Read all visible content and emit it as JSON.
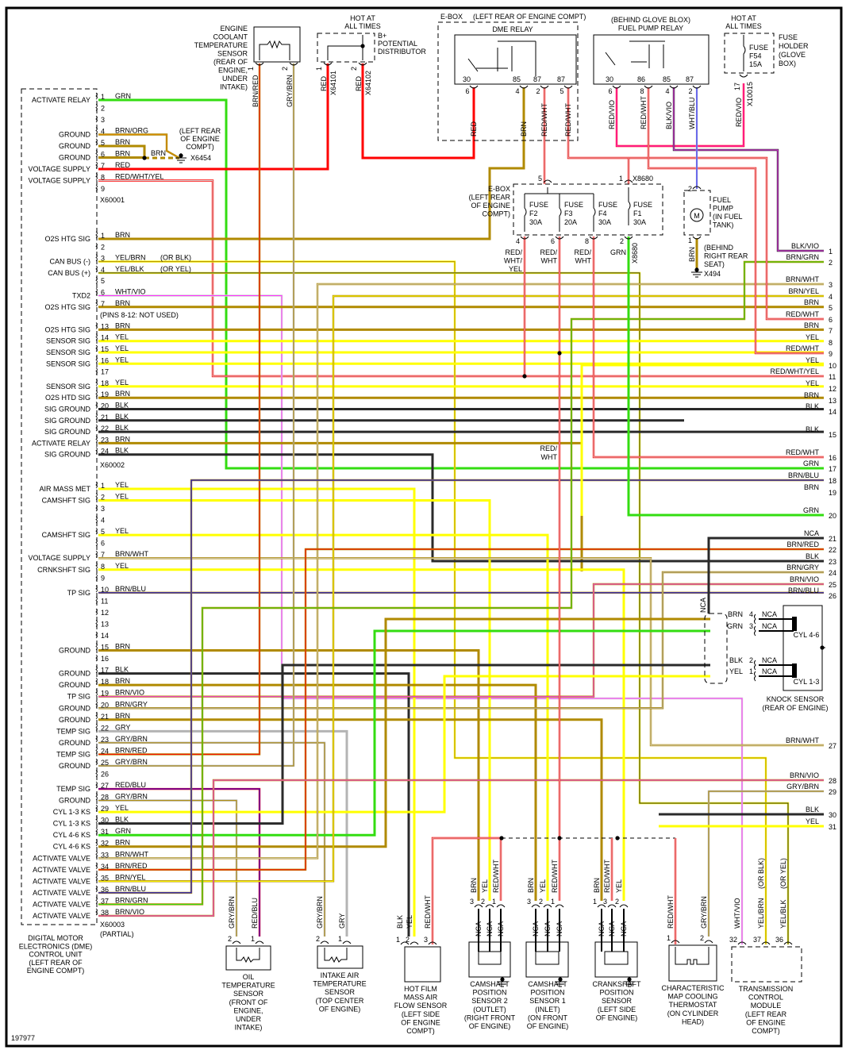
{
  "figure_id": "197977",
  "colors": {
    "GRN": "#33dd11",
    "BRN": "#b08a00",
    "BLK": "#2a2a2a",
    "RED": "#ff0000",
    "YEL": "#ffff00",
    "GRY": "#b4b4b4",
    "WHT": "#d4d4d4",
    "VIO": "#ff33ff",
    "BLU": "#0000ff",
    "ORG": "#d88a00"
  },
  "ecu": {
    "label_lines": [
      "DIGITAL MOTOR",
      "ELECTRONICS (DME)",
      "CONTROL UNIT",
      "(LEFT REAR OF",
      "ENGINE COMPT)"
    ],
    "c1": {
      "id": "X60001",
      "pins": [
        {
          "n": "1",
          "label": "ACTIVATE RELAY",
          "wire": "GRN"
        },
        {
          "n": "2"
        },
        {
          "n": "3"
        },
        {
          "n": "4",
          "label": "GROUND",
          "wire": "BRN/ORG"
        },
        {
          "n": "5",
          "label": "GROUND",
          "wire": "BRN"
        },
        {
          "n": "6",
          "label": "GROUND",
          "wire": "BRN"
        },
        {
          "n": "7",
          "label": "VOLTAGE SUPPLY",
          "wire": "RED"
        },
        {
          "n": "8",
          "label": "VOLTAGE SUPPLY",
          "wire": "RED/WHT/YEL"
        },
        {
          "n": "9"
        }
      ]
    },
    "ground": {
      "lines": [
        "(LEFT REAR",
        "OF ENGINE",
        "COMPT)"
      ],
      "id": "X6454",
      "wire": "BRN"
    },
    "c2": {
      "id": "X60002",
      "note": "(PINS 8-12: NOT USED)",
      "pins": [
        {
          "n": "1",
          "label": "O2S HTG SIG",
          "wire": "BRN"
        },
        {
          "n": "2"
        },
        {
          "n": "3",
          "label": "CAN BUS (-)",
          "wire": "YEL/BRN",
          "alt": "(OR BLK)"
        },
        {
          "n": "4",
          "label": "CAN BUS (+)",
          "wire": "YEL/BLK",
          "alt": "(OR YEL)"
        },
        {
          "n": "5"
        },
        {
          "n": "6",
          "label": "TXD2",
          "wire": "WHT/VIO"
        },
        {
          "n": "7",
          "label": "O2S HTG SIG",
          "wire": "BRN"
        },
        {
          "n": "13",
          "label": "O2S HTG SIG",
          "wire": "BRN"
        },
        {
          "n": "14",
          "label": "SENSOR SIG",
          "wire": "YEL"
        },
        {
          "n": "15",
          "label": "SENSOR SIG",
          "wire": "YEL"
        },
        {
          "n": "16",
          "label": "SENSOR SIG",
          "wire": "YEL"
        },
        {
          "n": "17"
        },
        {
          "n": "18",
          "label": "SENSOR SIG",
          "wire": "YEL"
        },
        {
          "n": "19",
          "label": "O2S HTD SIG",
          "wire": "BRN"
        },
        {
          "n": "20",
          "label": "SIG GROUND",
          "wire": "BLK"
        },
        {
          "n": "21",
          "label": "SIG GROUND",
          "wire": "BLK"
        },
        {
          "n": "22",
          "label": "SIG GROUND",
          "wire": "BLK"
        },
        {
          "n": "23",
          "label": "ACTIVATE RELAY",
          "wire": "BRN"
        },
        {
          "n": "24",
          "label": "SIG GROUND",
          "wire": "BLK"
        }
      ]
    },
    "c3": {
      "id": "X60003",
      "suffix": "(PARTIAL)",
      "pins": [
        {
          "n": "1",
          "label": "AIR MASS MET",
          "wire": "YEL"
        },
        {
          "n": "2",
          "label": "CAMSHFT SIG",
          "wire": "YEL"
        },
        {
          "n": "3"
        },
        {
          "n": "4"
        },
        {
          "n": "5",
          "label": "CAMSHFT SIG",
          "wire": "YEL"
        },
        {
          "n": "6"
        },
        {
          "n": "7",
          "label": "VOLTAGE SUPPLY",
          "wire": "BRN/WHT"
        },
        {
          "n": "8",
          "label": "CRNKSHFT SIG",
          "wire": "YEL"
        },
        {
          "n": "9"
        },
        {
          "n": "10",
          "label": "TP SIG",
          "wire": "BRN/BLU"
        },
        {
          "n": "11"
        },
        {
          "n": "12"
        },
        {
          "n": "13"
        },
        {
          "n": "14"
        },
        {
          "n": "15",
          "label": "GROUND",
          "wire": "BRN"
        },
        {
          "n": "16"
        },
        {
          "n": "17",
          "label": "GROUND",
          "wire": "BLK"
        },
        {
          "n": "18",
          "label": "GROUND",
          "wire": "BRN"
        },
        {
          "n": "19",
          "label": "TP SIG",
          "wire": "BRN/VIO"
        },
        {
          "n": "20",
          "label": "GROUND",
          "wire": "BRN/GRY"
        },
        {
          "n": "21",
          "label": "GROUND",
          "wire": "BRN"
        },
        {
          "n": "22",
          "label": "TEMP SIG",
          "wire": "GRY"
        },
        {
          "n": "23",
          "label": "GROUND",
          "wire": "GRY/BRN"
        },
        {
          "n": "24",
          "label": "TEMP SIG",
          "wire": "BRN/RED"
        },
        {
          "n": "25",
          "label": "GROUND",
          "wire": "GRY/BRN"
        },
        {
          "n": "26"
        },
        {
          "n": "27",
          "label": "TEMP SIG",
          "wire": "RED/BLU"
        },
        {
          "n": "28",
          "label": "GROUND",
          "wire": "GRY/BRN"
        },
        {
          "n": "29",
          "label": "CYL 1-3 KS",
          "wire": "YEL"
        },
        {
          "n": "30",
          "label": "CYL 1-3 KS",
          "wire": "BLK"
        },
        {
          "n": "31",
          "label": "CYL 4-6 KS",
          "wire": "GRN"
        },
        {
          "n": "32",
          "label": "CYL 4-6 KS",
          "wire": "BRN"
        },
        {
          "n": "33",
          "label": "ACTIVATE VALVE",
          "wire": "BRN/WHT"
        },
        {
          "n": "34",
          "label": "ACTIVATE VALVE",
          "wire": "BRN/RED"
        },
        {
          "n": "35",
          "label": "ACTIVATE VALVE",
          "wire": "BRN/YEL"
        },
        {
          "n": "36",
          "label": "ACTIVATE VALVE",
          "wire": "BRN/BLU"
        },
        {
          "n": "37",
          "label": "ACTIVATE VALVE",
          "wire": "BRN/GRN"
        },
        {
          "n": "38",
          "label": "ACTIVATE VALVE",
          "wire": "BRN/VIO"
        }
      ]
    }
  },
  "ect": {
    "lines": [
      "ENGINE",
      "COOLANT",
      "TEMPERATURE",
      "SENSOR",
      "(REAR OF",
      "ENGINE,",
      "UNDER",
      "INTAKE)"
    ],
    "pins": [
      {
        "n": "1",
        "wire": "BRN/RED"
      },
      {
        "n": "2",
        "wire": "GRY/BRN"
      }
    ]
  },
  "bplus": {
    "hot": [
      "HOT AT",
      "ALL TIMES"
    ],
    "lines": [
      "B+",
      "POTENTIAL",
      "DISTRIBUTOR"
    ],
    "pins": [
      {
        "n": "1",
        "wire": "RED",
        "conn": "X64101"
      },
      {
        "n": "2",
        "wire": "RED",
        "conn": "X64102"
      }
    ]
  },
  "dme_relay": {
    "header": "E-BOX",
    "location": "(LEFT REAR OF ENGINE COMPT)",
    "title": "DME RELAY",
    "terminals": [
      "30",
      "85",
      "87",
      "87"
    ],
    "pins": [
      {
        "n": "6",
        "wire": "RED"
      },
      {
        "n": "4",
        "wire": "BRN"
      },
      {
        "n": "2",
        "wire": "RED/WHT"
      },
      {
        "n": "5",
        "wire": "RED/WHT"
      }
    ]
  },
  "fuel_pump_relay": {
    "lines": [
      "(BEHIND GLOVE BLOX)",
      "FUEL PUMP RELAY"
    ],
    "terminals": [
      "30",
      "86",
      "85",
      "87"
    ],
    "pins": [
      {
        "n": "6",
        "wire": "RED/VIO"
      },
      {
        "n": "8",
        "wire": "RED/WHT"
      },
      {
        "n": "4",
        "wire": "BLK/VIO"
      },
      {
        "n": "2",
        "wire": "WHT/BLU"
      }
    ]
  },
  "fuse_holder": {
    "hot": [
      "HOT AT",
      "ALL TIMES"
    ],
    "fuse": [
      "FUSE",
      "F54",
      "15A"
    ],
    "lines": [
      "FUSE",
      "HOLDER",
      "(GLOVE",
      "BOX)"
    ],
    "pin": {
      "n": "17",
      "wire": "RED/VIO",
      "conn": "X10015"
    }
  },
  "ebox_fuses": {
    "lines": [
      "E-BOX",
      "(LEFT REAR",
      "OF ENGINE",
      "COMPT)"
    ],
    "conn": "X8680",
    "top_pins": [
      "5",
      "1"
    ],
    "fuse_word": "FUSE",
    "fuses": [
      {
        "name": "F2",
        "amp": "30A"
      },
      {
        "name": "F3",
        "amp": "20A"
      },
      {
        "name": "F4",
        "amp": "30A"
      },
      {
        "name": "F1",
        "amp": "30A"
      }
    ],
    "bottom_pins": [
      {
        "n": "4",
        "wire": "RED/WHT/YEL",
        "label_lines": [
          "RED/",
          "WHT/",
          "YEL"
        ]
      },
      {
        "n": "6",
        "wire": "RED/WHT",
        "label_lines": [
          "RED/",
          "WHT"
        ]
      },
      {
        "n": "8",
        "wire": "RED/WHT",
        "label_lines": [
          "RED/",
          "WHT"
        ]
      },
      {
        "n": "2",
        "wire": "GRN",
        "label_lines": [
          "GRN"
        ]
      }
    ]
  },
  "fuel_pump": {
    "lines": [
      "FUEL",
      "PUMP",
      "(IN FUEL",
      "TANK)"
    ],
    "motor": "M",
    "top_pin": "2",
    "bottom_pin": "1",
    "wire": "BRN",
    "ground": {
      "lines": [
        "(BEHIND",
        "RIGHT REAR",
        "SEAT)"
      ],
      "id": "X494"
    }
  },
  "junction_label": {
    "wire": "RED/WHT",
    "lines": [
      "RED/",
      "WHT"
    ]
  },
  "right_connector": [
    {
      "n": "1",
      "wire": "BLK/VIO"
    },
    {
      "n": "2",
      "wire": "BRN/GRN"
    },
    {
      "n": "3",
      "wire": "BRN/WHT"
    },
    {
      "n": "4",
      "wire": "BRN/YEL"
    },
    {
      "n": "5",
      "wire": "BRN"
    },
    {
      "n": "6",
      "wire": "RED/WHT"
    },
    {
      "n": "7",
      "wire": "BRN"
    },
    {
      "n": "8",
      "wire": "YEL"
    },
    {
      "n": "9",
      "wire": "RED/WHT"
    },
    {
      "n": "10",
      "wire": "YEL"
    },
    {
      "n": "11",
      "wire": "RED/WHT/YEL"
    },
    {
      "n": "12",
      "wire": "YEL"
    },
    {
      "n": "13",
      "wire": "BRN"
    },
    {
      "n": "14",
      "wire": "BLK"
    },
    {
      "n": "15",
      "wire": "BLK"
    },
    {
      "n": "16",
      "wire": "RED/WHT"
    },
    {
      "n": "17",
      "wire": "GRN"
    },
    {
      "n": "18",
      "wire": "BRN/BLU"
    },
    {
      "n": "19",
      "wire": "BRN"
    },
    {
      "n": "20",
      "wire": "GRN"
    },
    {
      "n": "21",
      "wire": "NCA"
    },
    {
      "n": "22",
      "wire": "BRN/RED"
    },
    {
      "n": "23",
      "wire": "BLK"
    },
    {
      "n": "24",
      "wire": "BRN/GRY"
    },
    {
      "n": "25",
      "wire": "BRN/VIO"
    },
    {
      "n": "26",
      "wire": "BRN/BLU"
    },
    {
      "n": "27",
      "wire": "BRN/WHT"
    },
    {
      "n": "28",
      "wire": "BRN/VIO"
    },
    {
      "n": "29",
      "wire": "GRY/BRN"
    },
    {
      "n": "30",
      "wire": "BLK"
    },
    {
      "n": "31",
      "wire": "YEL"
    }
  ],
  "knock_sensor": {
    "shield": "NCA",
    "pins": [
      {
        "n": "4",
        "wire": "BRN",
        "nca": "NCA"
      },
      {
        "n": "3",
        "wire": "GRN",
        "nca": "NCA"
      },
      {
        "n": "2",
        "wire": "BLK",
        "nca": "NCA"
      },
      {
        "n": "1",
        "wire": "YEL",
        "nca": "NCA"
      }
    ],
    "elements": [
      "CYL 4-6",
      "CYL 1-3"
    ],
    "lines": [
      "KNOCK SENSOR",
      "(REAR OF ENGINE)"
    ]
  },
  "bottom_sensors": [
    {
      "lines": [
        "OIL",
        "TEMPERATURE",
        "SENSOR",
        "(FRONT OF",
        "ENGINE,",
        "UNDER",
        "INTAKE)"
      ],
      "pins": [
        {
          "n": "2",
          "wire": "GRY/BRN"
        },
        {
          "n": "1",
          "wire": "RED/BLU"
        }
      ]
    },
    {
      "lines": [
        "INTAKE AIR",
        "TEMPERATURE",
        "SENSOR",
        "(TOP CENTER",
        "OF ENGINE)"
      ],
      "pins": [
        {
          "n": "2",
          "wire": "GRY/BRN"
        },
        {
          "n": "1",
          "wire": "GRY"
        }
      ]
    },
    {
      "lines": [
        "HOT FILM",
        "MASS AIR",
        "FLOW SENSOR",
        "(LEFT SIDE",
        "OF ENGINE",
        "COMPT)"
      ],
      "pins": [
        {
          "n": "1",
          "wire": "BLK"
        },
        {
          "n": "2",
          "wire": "YEL"
        },
        {
          "n": "3",
          "wire": "RED/WHT"
        }
      ]
    },
    {
      "lines": [
        "CAMSHAFT",
        "POSITION",
        "SENSOR 2",
        "(OUTLET)",
        "(RIGHT FRONT",
        "OF ENGINE)"
      ],
      "pins": [
        {
          "n": "3",
          "wire": "BRN",
          "nca": "NCA"
        },
        {
          "n": "2",
          "wire": "YEL",
          "nca": "NCA"
        },
        {
          "n": "1",
          "wire": "RED/WHT",
          "nca": "NCA"
        }
      ]
    },
    {
      "lines": [
        "CAMSHAFT",
        "POSITION",
        "SENSOR 1",
        "(INLET)",
        "(ON FRONT",
        "OF ENGINE)"
      ],
      "pins": [
        {
          "n": "3",
          "wire": "BRN",
          "nca": "NCA"
        },
        {
          "n": "2",
          "wire": "YEL",
          "nca": "NCA"
        },
        {
          "n": "1",
          "wire": "RED/WHT",
          "nca": "NCA"
        }
      ]
    },
    {
      "lines": [
        "CRANKSHAFT",
        "POSITION",
        "SENSOR",
        "(LEFT SIDE",
        "OF ENGINE)"
      ],
      "pins": [
        {
          "n": "1",
          "wire": "BRN",
          "nca": "NCA"
        },
        {
          "n": "3",
          "wire": "RED/WHT",
          "nca": "NCA"
        },
        {
          "n": "2",
          "wire": "YEL",
          "nca": "NCA"
        }
      ]
    },
    {
      "lines": [
        "CHARACTERISTIC",
        "MAP COOLING",
        "THERMOSTAT",
        "(ON CYLINDER",
        "HEAD)"
      ],
      "pins": [
        {
          "n": "1",
          "wire": "RED/WHT"
        },
        {
          "n": "2",
          "wire": "GRY/BRN"
        }
      ]
    },
    {
      "lines": [
        "TRANSMISSION",
        "CONTROL",
        "MODULE",
        "(LEFT REAR",
        "OF ENGINE",
        "COMPT)"
      ],
      "pins": [
        {
          "n": "32",
          "wire": "WHT/VIO"
        },
        {
          "n": "37",
          "wire": "YEL/BRN",
          "alt": "(OR BLK)"
        },
        {
          "n": "36",
          "wire": "YEL/BLK",
          "alt": "(OR YEL)"
        }
      ]
    }
  ]
}
